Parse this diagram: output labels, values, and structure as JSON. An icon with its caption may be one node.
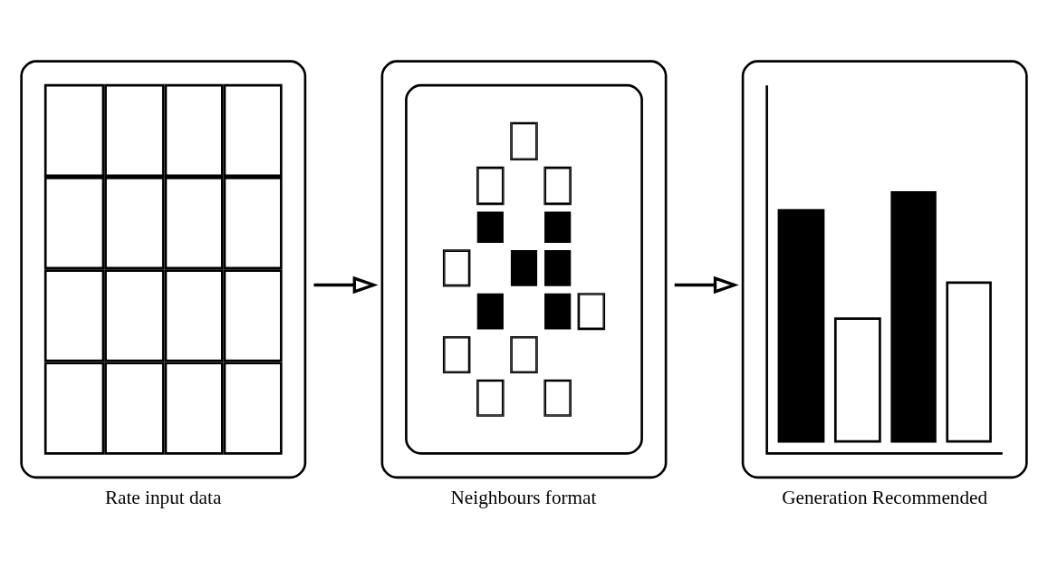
{
  "diagram": {
    "nodes": [
      {
        "text": [],
        "shape": "picture",
        "beside": [
          "Rate input data"
        ]
      },
      {
        "text": [],
        "shape": "picture",
        "beside": [
          "Neighbours format"
        ]
      },
      {
        "text": [],
        "shape": "picture",
        "beside": [
          "Generation Recommended"
        ]
      }
    ],
    "edges": [
      {
        "from": 0,
        "to": 1,
        "arrow": "to"
      },
      {
        "from": 1,
        "to": 2,
        "arrow": "to"
      }
    ]
  }
}
